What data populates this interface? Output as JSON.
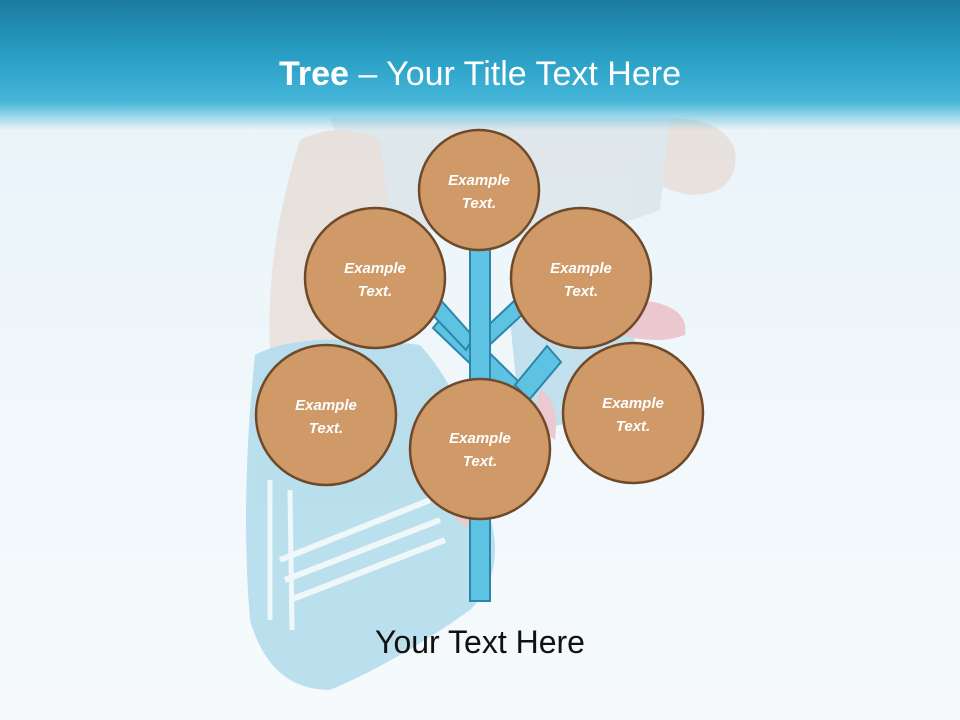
{
  "slide": {
    "title_bold": "Tree",
    "title_separator": " – ",
    "title_rest": "Your Title Text Here",
    "caption": "Your Text Here"
  },
  "colors": {
    "header": "#2aa0c6",
    "node_fill": "#d09a68",
    "node_border": "#6e4a2a",
    "trunk_fill": "#5ec3e3",
    "trunk_border": "#2b86aa"
  },
  "tree": {
    "nodes": [
      {
        "id": "top",
        "line1": "Example",
        "line2": "Text."
      },
      {
        "id": "upper-left",
        "line1": "Example",
        "line2": "Text."
      },
      {
        "id": "upper-right",
        "line1": "Example",
        "line2": "Text."
      },
      {
        "id": "lower-left",
        "line1": "Example",
        "line2": "Text."
      },
      {
        "id": "center",
        "line1": "Example",
        "line2": "Text."
      },
      {
        "id": "lower-right",
        "line1": "Example",
        "line2": "Text."
      }
    ]
  }
}
